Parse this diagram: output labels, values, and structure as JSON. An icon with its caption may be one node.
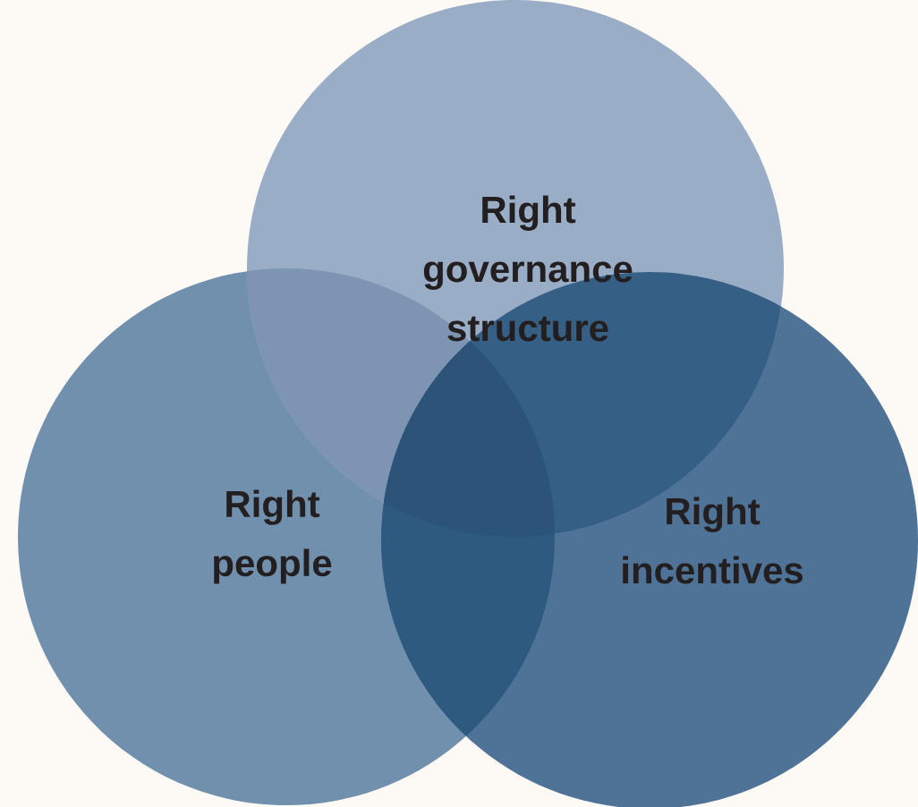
{
  "diagram": {
    "nodes": [
      {
        "text": [
          "Right governance structure"
        ]
      },
      {
        "text": [
          "Right people"
        ]
      },
      {
        "text": [
          "Right incentives"
        ]
      }
    ]
  }
}
